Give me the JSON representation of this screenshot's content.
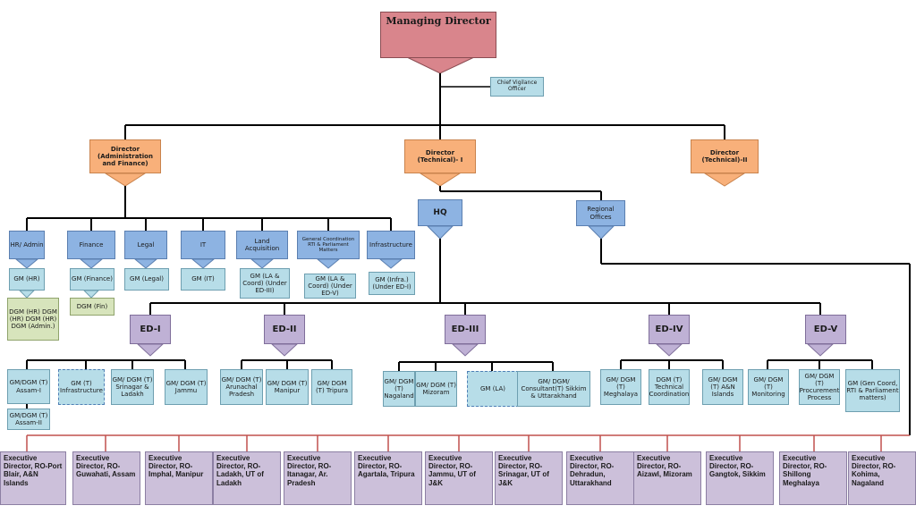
{
  "managing_director": "Managing  Director",
  "cvo": "Chief Vigilance Officer",
  "directors": {
    "admin": "Director (Administration and Finance)",
    "tech1": "Director (Technical)-  I",
    "tech2": "Director (Technical)-II"
  },
  "hq": "HQ",
  "regional_offices": "Regional Offices",
  "departments": {
    "hr": "HR/ Admin",
    "finance": "Finance",
    "legal": "Legal",
    "it": "IT",
    "land": "Land Acquisition",
    "gencoord": "General Coordination RTI & Parliament Matters",
    "infra": "Infrastructure"
  },
  "gm": {
    "hr": "GM (HR)",
    "finance": "GM (Finance)",
    "legal": "GM (Legal)",
    "it": "GM (IT)",
    "la": "GM (LA & Coord) (Under ED-III)",
    "lacoord": "GM (LA & Coord) (Under ED-V)",
    "infra": "GM (Infra.) (Under ED-I)"
  },
  "dgm": {
    "hr": "DGM (HR) DGM (HR) DGM (HR) DGM (Admin.)",
    "fin": "DGM (Fin)"
  },
  "eds": [
    "ED-I",
    "ED-II",
    "ED-III",
    "ED-IV",
    "ED-V"
  ],
  "ed_units": {
    "ed1": [
      "GM/DGM (T) Assam-I",
      "GM (T) Infrastructure",
      "GM/ DGM (T) Srinagar & Ladakh",
      "GM/ DGM (T) Jammu",
      "GM/DGM (T) Assam-II"
    ],
    "ed2": [
      "GM/ DGM (T) Arunachal Pradesh",
      "GM/ DGM (T) Manipur",
      "GM/ DGM (T) Tripura"
    ],
    "ed3": [
      "GM/ DGM (T) Nagaland",
      "GM/ DGM (T) Mizoram",
      "GM (LA)",
      "GM/ DGM/ Consultant(T) Sikkim & Uttarakhand"
    ],
    "ed4": [
      "GM/ DGM (T) Meghalaya",
      "DGM (T) Technical Coordination",
      "GM/ DGM (T) A&N Islands"
    ],
    "ed5": [
      "GM/ DGM (T) Monitoring",
      "GM/ DGM (T) Procurement Process",
      "GM (Gen Coord, RTI & Parliament matters)"
    ]
  },
  "regional": [
    "Executive Director, RO-Port Blair, A&N Islands",
    "Executive Director, RO-Guwahati, Assam",
    "Executive Director, RO-Imphal, Manipur",
    "Executive Director, RO-Ladakh, UT of Ladakh",
    "Executive Director, RO-Itanagar, Ar. Pradesh",
    "Executive Director, RO-Agartala, Tripura",
    "Executive Director, RO-Jammu, UT of J&K",
    "Executive Director, RO-Srinagar, UT of J&K",
    "Executive Director, RO-Dehradun, Uttarakhand",
    "Executive Director, RO-Aizawl, Mizoram",
    "Executive Director, RO-Gangtok, Sikkim",
    "Executive Director, RO-Shillong Meghalaya",
    "Executive Director, RO-Kohima, Nagaland"
  ],
  "colors": {
    "md": "#d9858c",
    "director": "#f8b07a",
    "department": "#8db3e2",
    "unit": "#b7dde8",
    "ed": "#bfb1d5",
    "regional": "#ccc0da",
    "dgm": "#d7e4bc",
    "connector": "#000000",
    "regional_bus": "#c0504d"
  }
}
